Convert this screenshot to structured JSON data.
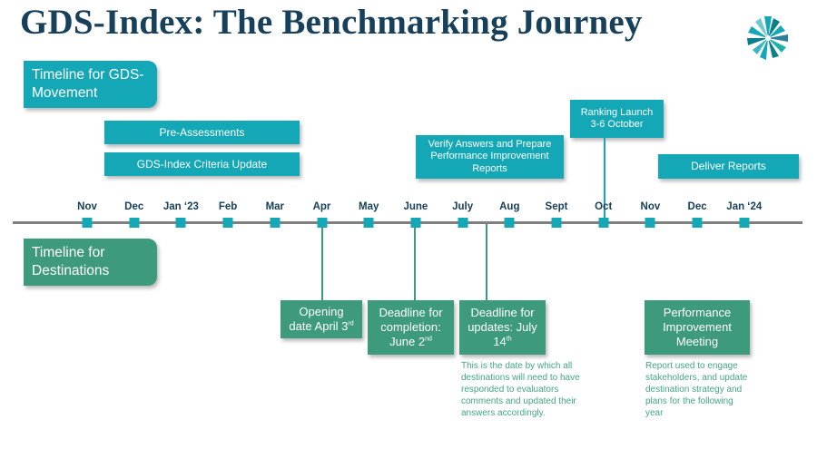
{
  "title": "GDS-Index: The Benchmarking Journey",
  "colors": {
    "teal": "#14a8b6",
    "green": "#3e9a7d",
    "navy": "#17405a",
    "axis": "#7f7f7f",
    "note_green": "#43a585"
  },
  "logo": {
    "icon": "teal-starburst-logo"
  },
  "side_labels": {
    "movement": "Timeline for GDS-\nMovement",
    "destinations": "Timeline for\nDestinations"
  },
  "months": [
    "Nov",
    "Dec",
    "Jan ‘23",
    "Feb",
    "Mar",
    "Apr",
    "May",
    "June",
    "July",
    "Aug",
    "Sept",
    "Oct",
    "Nov",
    "Dec",
    "Jan ‘24"
  ],
  "movement_events": {
    "pre_assessments": "Pre-Assessments",
    "criteria_update": "GDS-Index Criteria Update",
    "verify_answers": "Verify Answers and Prepare\nPerformance Improvement\nReports",
    "ranking_launch": "Ranking Launch\n3-6 October",
    "deliver_reports": "Deliver Reports"
  },
  "destination_events": {
    "opening": {
      "line1": "Opening",
      "line2": "date April 3",
      "sup": "rd"
    },
    "completion": {
      "line1": "Deadline for",
      "line2": "completion:",
      "line3": "June 2",
      "sup": "nd"
    },
    "updates": {
      "line1": "Deadline for",
      "line2": "updates: July",
      "line3": "14",
      "sup": "th"
    },
    "meeting": "Performance\nImprovement\nMeeting"
  },
  "notes": {
    "updates_note": "This is the date by which all\ndestinations will need to have\nresponded to evaluators\ncomments and updated their\nanswers accordingly.",
    "meeting_note": "Report used to engage\nstakeholders, and update\ndestination strategy and\nplans for the following\nyear"
  }
}
